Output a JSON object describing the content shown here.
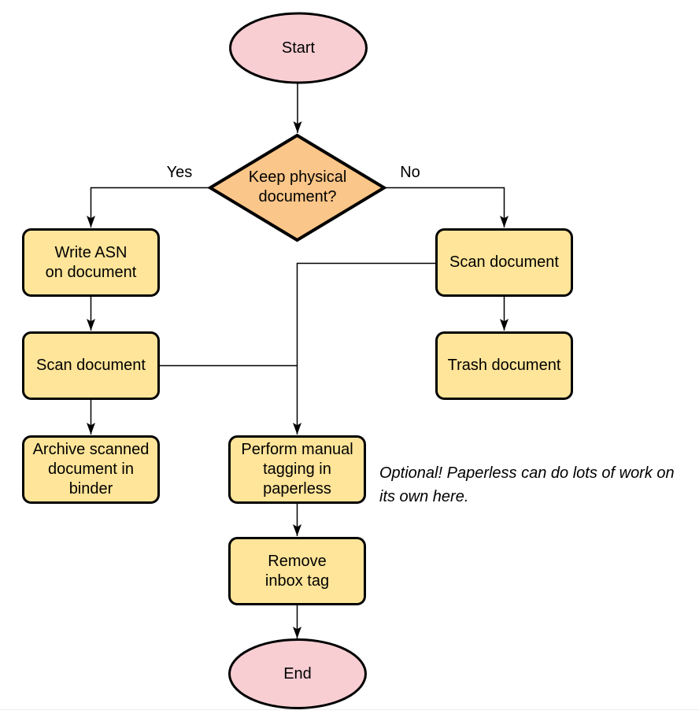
{
  "diagram": {
    "type": "flowchart",
    "nodes": {
      "start": {
        "label": "Start",
        "shape": "terminator"
      },
      "decision": {
        "label": "Keep physical\ndocument?",
        "shape": "decision"
      },
      "write_asn": {
        "label": "Write ASN\non document",
        "shape": "process"
      },
      "scan_left": {
        "label": "Scan document",
        "shape": "process"
      },
      "archive": {
        "label": "Archive scanned\ndocument in\nbinder",
        "shape": "process"
      },
      "scan_right": {
        "label": "Scan document",
        "shape": "process"
      },
      "trash": {
        "label": "Trash document",
        "shape": "process"
      },
      "tagging": {
        "label": "Perform manual\ntagging in\npaperless",
        "shape": "process"
      },
      "remove_inbox": {
        "label": "Remove\ninbox tag",
        "shape": "process"
      },
      "end": {
        "label": "End",
        "shape": "terminator"
      }
    },
    "edges": [
      {
        "from": "start",
        "to": "decision",
        "label": ""
      },
      {
        "from": "decision",
        "to": "write_asn",
        "label": "Yes"
      },
      {
        "from": "decision",
        "to": "scan_right",
        "label": "No"
      },
      {
        "from": "write_asn",
        "to": "scan_left",
        "label": ""
      },
      {
        "from": "scan_left",
        "to": "archive",
        "label": ""
      },
      {
        "from": "scan_right",
        "to": "trash",
        "label": ""
      },
      {
        "from": "scan_left",
        "to": "tagging",
        "label": ""
      },
      {
        "from": "scan_right",
        "to": "tagging",
        "label": ""
      },
      {
        "from": "tagging",
        "to": "remove_inbox",
        "label": ""
      },
      {
        "from": "remove_inbox",
        "to": "end",
        "label": ""
      }
    ],
    "note": {
      "text": "Optional! Paperless can do lots of work on\nits own here."
    },
    "colors": {
      "terminator_fill": "#f8ced3",
      "decision_fill": "#fbc689",
      "process_fill": "#ffe599",
      "stroke": "#000000",
      "background": "#ffffff",
      "bottom_edge": "#ededed"
    }
  }
}
